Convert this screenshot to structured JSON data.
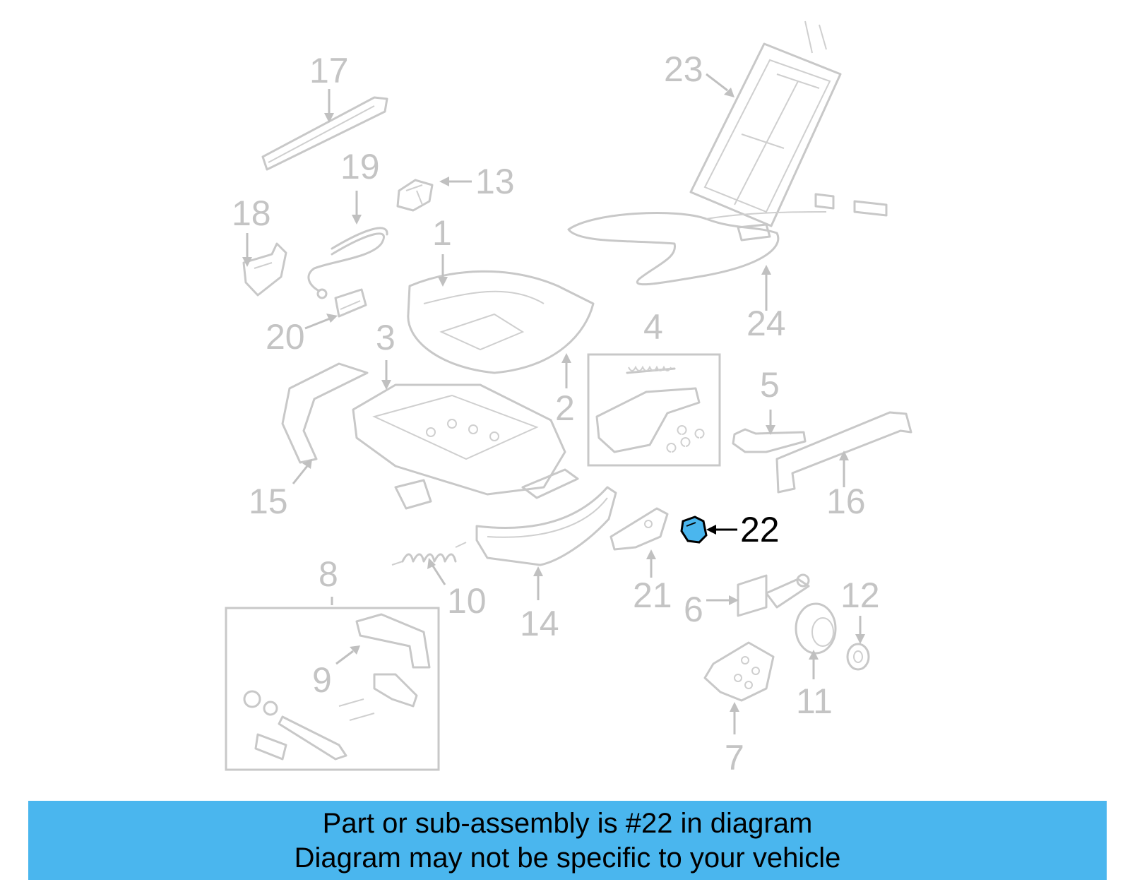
{
  "diagram": {
    "highlight_color": "#4ab6ee",
    "callouts": [
      "1",
      "2",
      "3",
      "4",
      "5",
      "6",
      "7",
      "8",
      "9",
      "10",
      "11",
      "12",
      "13",
      "14",
      "15",
      "16",
      "17",
      "18",
      "19",
      "20",
      "21",
      "22",
      "23",
      "24"
    ],
    "highlighted_part": "22"
  },
  "banner": {
    "line1": "Part or sub-assembly is #22 in diagram",
    "line2": "Diagram may not be specific to your vehicle",
    "color": "#4ab6ee"
  }
}
